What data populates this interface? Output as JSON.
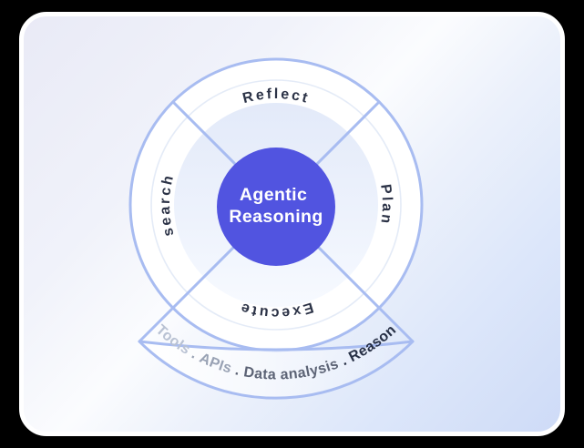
{
  "diagram": {
    "center": {
      "title_line1": "Agentic",
      "title_line2": "Reasoning"
    },
    "quadrant_labels": {
      "top": "Reflect",
      "right": "Plan",
      "bottom": "Execute",
      "left": "search"
    },
    "band": {
      "segments": [
        {
          "text": "Tools",
          "color": "#b9c2d3"
        },
        {
          "text": " . APIs",
          "color": "#99a2b4"
        },
        {
          "text": " . Data analysis",
          "color": "#5c6375"
        },
        {
          "text": " . Reason",
          "color": "#273046"
        }
      ]
    },
    "colors": {
      "ring_stroke": "#a8bcf1",
      "center_circle": "#5154e0",
      "label_text": "#2c3347",
      "center_text": "#ffffff",
      "halo_stroke": "#dfe7f6",
      "card_gradient_start": "#e9eaf6",
      "card_gradient_end": "#cedbf7"
    }
  }
}
